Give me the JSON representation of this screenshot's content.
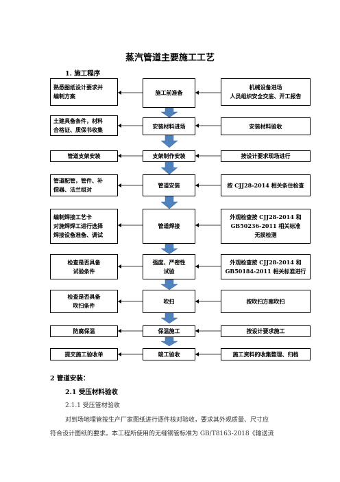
{
  "title": "蒸汽管道主要施工工艺",
  "section1": "1. 施工程序",
  "rows": [
    {
      "left": "熟悉图纸设计要求并\n编制方案",
      "center": "施工前准备",
      "right": "机械设备进场\n人员组织安全交底、开工报告"
    },
    {
      "left": "土建具备条件，材料\n合格证、质保书收集",
      "center": "安装材料进场",
      "right": "安装材料验收"
    },
    {
      "left": "管道支架安装",
      "center": "支架制作安装",
      "right": "按设计要求现场进行"
    },
    {
      "left": "管道配管，管件、补\n偿器、法兰组对",
      "center": "管道安装",
      "right": "按 CJJ28-2014 相关条住检查"
    },
    {
      "left": "编制焊接工艺卡\n对施焊焊工进行选择\n焊接设备准备、调试",
      "center": "管道焊接",
      "right": "外观检查按 CJJ28-2014 和\nGB50236-2011 相关标准\n无损检测"
    },
    {
      "left": "检查是否具备\n试验条件",
      "center": "强度、严密性\n试验",
      "right": "外观检查按 CJJ28-2014 和\nGB50184-2011 相关标准进行"
    },
    {
      "left": "检查是否具备\n吹扫条件",
      "center": "吹扫",
      "right": "按吹扫方案吹扫"
    },
    {
      "left": "防腐保温",
      "center": "保温施工",
      "right": "按设计要求施工"
    },
    {
      "left": "提交施工验收单",
      "center": "竣工验收",
      "right": "施工资料的收集整理、归档"
    }
  ],
  "section2": "2 管道安装：",
  "section21": "2.1 受压材料验收",
  "section211": "2.1.1 受压管材验收",
  "body_line1": "对到场地埋管按生产厂家图纸进行逐件核对验收，要求其外观质量、尺寸应",
  "body_line2": "符合设计图纸的要求。本工程所使用的无缝钢管标准为 GB/T8163-2018《输送流",
  "colors": {
    "arrow": "#4f81bd",
    "border": "#000000"
  }
}
